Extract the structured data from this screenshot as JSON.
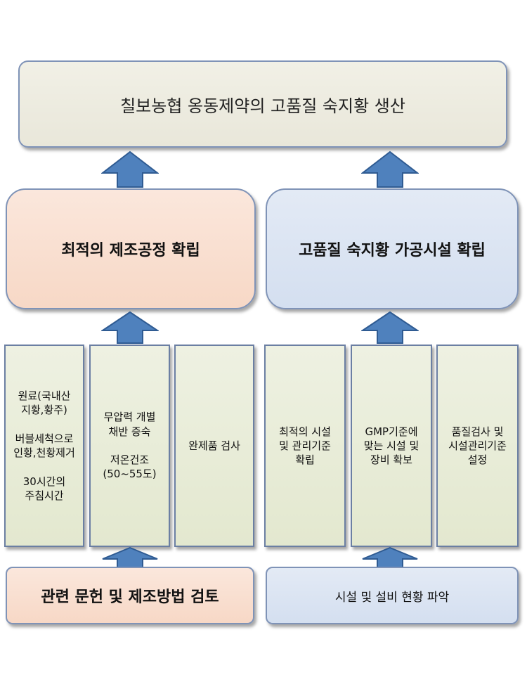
{
  "goal": "칠보농협 옹동제약의 고품질 숙지황 생산",
  "left_branch": {
    "title": "최적의 제조공정 확립",
    "columns": [
      {
        "lines": [
          "원료(국내산",
          "지황,황주)",
          "",
          "버블세척으로",
          "인황,천황제거",
          "",
          "30시간의",
          "주침시간"
        ]
      },
      {
        "lines": [
          "무압력 개별",
          "채반 증숙",
          "",
          "저온건조",
          "(50~55도)"
        ]
      },
      {
        "lines": [
          "완제품 검사"
        ]
      }
    ],
    "base": "관련 문헌 및 제조방법 검토"
  },
  "right_branch": {
    "title": "고품질 숙지황 가공시설 확립",
    "columns": [
      {
        "lines": [
          "최적의 시설",
          "및 관리기준",
          "확립"
        ]
      },
      {
        "lines": [
          "GMP기준에",
          "맞는 시설 및",
          "장비 확보"
        ]
      },
      {
        "lines": [
          "품질검사 및",
          "시설관리기준",
          "설정"
        ]
      }
    ],
    "base": "시설 및 설비 현황 파악"
  },
  "colors": {
    "peach": "#f9dfd0",
    "blue": "#dbe4f2",
    "cream": "#eeece1",
    "column": "#e8ecd7",
    "arrow": "#4f81bd"
  },
  "arrow_icon": "up-arrow-icon"
}
